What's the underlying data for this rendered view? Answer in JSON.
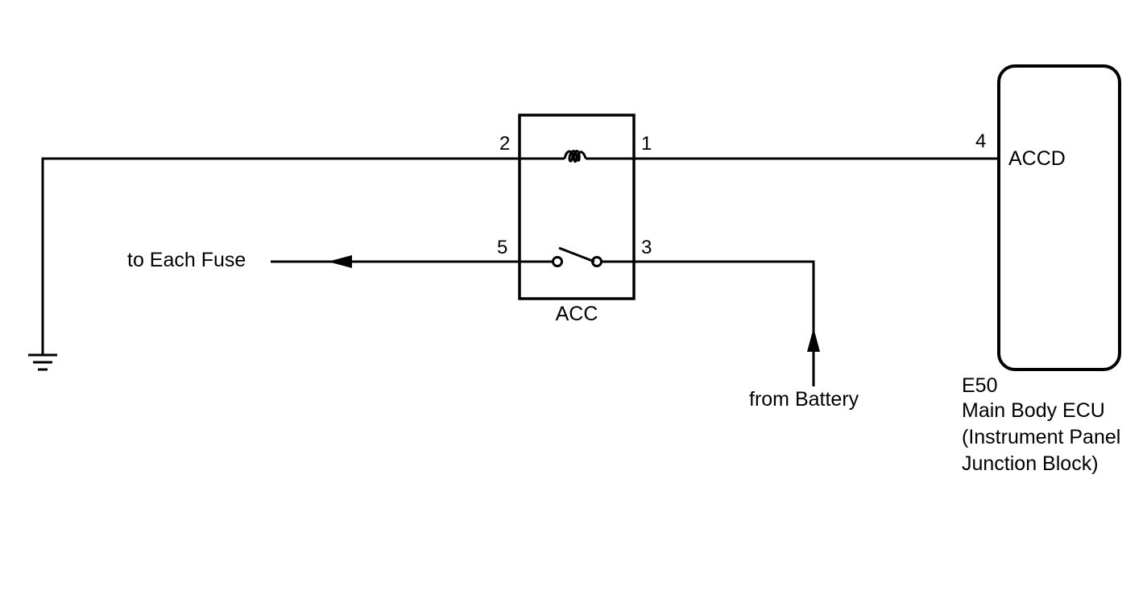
{
  "relay": {
    "name": "ACC",
    "pins": {
      "coil_left": "2",
      "coil_right": "1",
      "switch_left": "5",
      "switch_right": "3"
    }
  },
  "ecu": {
    "terminal_pin": "4",
    "terminal_name": "ACCD",
    "connector": "E50",
    "name_lines": [
      "Main Body ECU",
      "(Instrument Panel",
      "Junction Block)"
    ]
  },
  "labels": {
    "to_fuse": "to Each Fuse",
    "from_battery": "from Battery"
  }
}
